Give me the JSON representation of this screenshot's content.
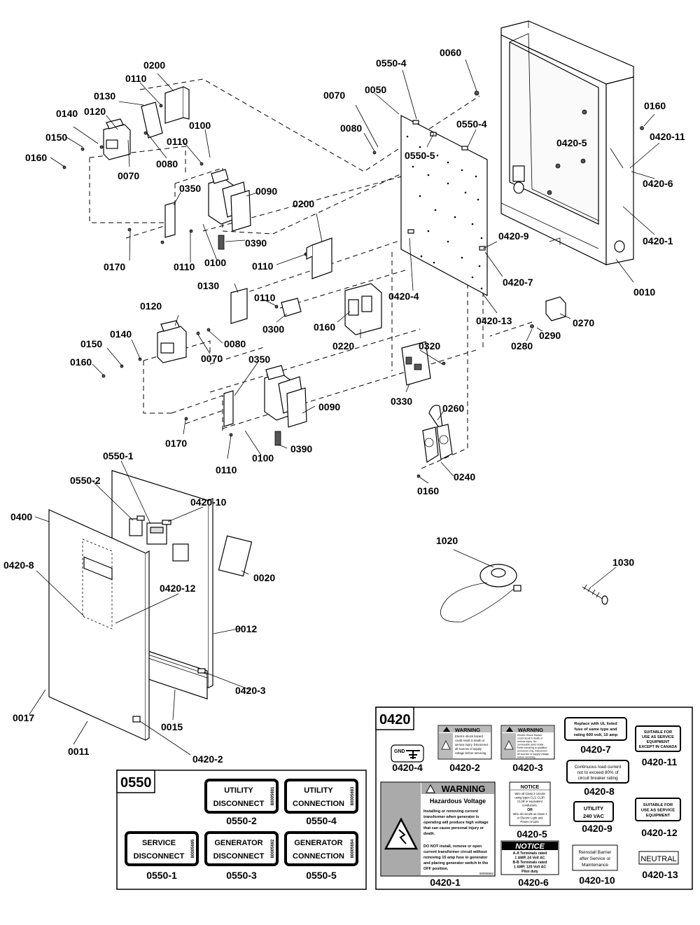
{
  "callouts": {
    "c0200a": "0200",
    "c0130a": "0130",
    "c0110a": "0110",
    "c0120a": "0120",
    "c0140a": "0140",
    "c0150a": "0150",
    "c0160a": "0160",
    "c0070a": "0070",
    "c0080a": "0080",
    "c0100a": "0100",
    "c0110b": "0110",
    "c0350a": "0350",
    "c0090a": "0090",
    "c0390a": "0390",
    "c0170a": "0170",
    "c0110c": "0110",
    "c0100b": "0100",
    "c0110d": "0110",
    "c0200b": "0200",
    "c0070b": "0070",
    "c0550_4a": "0550-4",
    "c0050": "0050",
    "c0080b": "0080",
    "c0550_5": "0550-5",
    "c0550_4b": "0550-4",
    "c0060": "0060",
    "c0160b": "0160",
    "c0420_5": "0420-5",
    "c0420_11": "0420-11",
    "c0420_6": "0420-6",
    "c0420_1": "0420-1",
    "c0420_9": "0420-9",
    "c0420_7": "0420-7",
    "c0420_4": "0420-4",
    "c0420_13": "0420-13",
    "c0010": "0010",
    "c0130b": "0130",
    "c0110e": "0110",
    "c0300": "0300",
    "c0160c": "0160",
    "c0220": "0220",
    "c0270": "0270",
    "c0290": "0290",
    "c0280": "0280",
    "c0120b": "0120",
    "c0140b": "0140",
    "c0150b": "0150",
    "c0160d": "0160",
    "c0080c": "0080",
    "c0070c": "0070",
    "c0320": "0320",
    "c0330": "0330",
    "c0350b": "0350",
    "c0090b": "0090",
    "c0390b": "0390",
    "c0170b": "0170",
    "c0100c": "0100",
    "c0110f": "0110",
    "c0260": "0260",
    "c0240": "0240",
    "c0160e": "0160",
    "c0550_1": "0550-1",
    "c0550_2": "0550-2",
    "c0420_10": "0420-10",
    "c0400": "0400",
    "c0420_8": "0420-8",
    "c0020": "0020",
    "c0420_12": "0420-12",
    "c0012": "0012",
    "c0420_3": "0420-3",
    "c0017": "0017",
    "c0015": "0015",
    "c0011": "0011",
    "c0420_2": "0420-2",
    "c1020": "1020",
    "c1030": "1030"
  },
  "box0550": {
    "title": "0550",
    "labels": [
      {
        "line1": "UTILITY",
        "line2": "DISCONNECT",
        "code": "80005691",
        "caption": "0550-2"
      },
      {
        "line1": "UTILITY",
        "line2": "CONNECTION",
        "code": "80005693",
        "caption": "0550-4"
      },
      {
        "line1": "SERVICE",
        "line2": "DISCONNECT",
        "code": "80005695",
        "caption": "0550-1"
      },
      {
        "line1": "GENERATOR",
        "line2": "DISCONNECT",
        "code": "80005692",
        "caption": "0550-3"
      },
      {
        "line1": "GENERATOR",
        "line2": "CONNECTION",
        "code": "80005694",
        "caption": "0550-5"
      }
    ]
  },
  "box0420": {
    "title": "0420",
    "gnd": {
      "text": "GND",
      "caption": "0420-4"
    },
    "warn2": {
      "head": "WARNING",
      "lines": [
        "Electric shock hazard",
        "could result in death or",
        "serious injury. Disconnect",
        "all sources of supply",
        "voltage before servicing."
      ],
      "caption": "0420-2"
    },
    "warn3": {
      "head": "WARNING",
      "lines": [
        "Electric Shock Hazard",
        "could result in death or",
        "serious injury. No",
        "serviceable parts inside.",
        "Refer servicing to qualified",
        "personnel only. Disconnect",
        "all sources of supply voltage",
        "before servicing."
      ],
      "caption": "0420-3"
    },
    "l7": {
      "lines": [
        "Replace with UL listed",
        "fuse of same type and",
        "rating 600 volt, 10 amp"
      ],
      "caption": "0420-7"
    },
    "l11": {
      "lines": [
        "SUITABLE FOR",
        "USE AS SERVICE",
        "EQUIPMENT",
        "EXCEPT IN CANADA"
      ],
      "caption": "0420-11"
    },
    "l8": {
      "lines": [
        "Continuous load current",
        "not to exceed 80% of",
        "circuit breaker rating"
      ],
      "caption": "0420-8"
    },
    "hv": {
      "head": "WARNING",
      "sub": "Hazardous Voltage",
      "p1": [
        "Installing or removing current",
        "transformer when generator is",
        "operating will produce high voltage",
        "that can cause personal injury or",
        "death."
      ],
      "p2": [
        "DO NOT install, remove or open",
        "current transformer circuit without",
        "removing 15 amp fuse in generator",
        "and placing generator switch in the",
        "OFF position."
      ],
      "code": "80005662",
      "caption": "0420-1"
    },
    "l5": {
      "head": "NOTICE",
      "lines": [
        "Wire all Class 2 circuits",
        "using types CL3, CL3P,",
        "CL3R or equivalent",
        "conductors.",
        "OR",
        "Wire all circuits as Class 1",
        "or Electric Light and",
        "Power circuits."
      ],
      "caption": "0420-5"
    },
    "l6": {
      "head": "NOTICE",
      "lines": [
        "A-A Terminals rated",
        "1 AMP, 24 Volt AC",
        "B-B Terminals rated",
        "1 AMP, 120 Volt AC",
        "Pilot duty"
      ],
      "caption": "0420-6"
    },
    "l9": {
      "lines": [
        "UTILITY",
        "240 VAC"
      ],
      "caption": "0420-9"
    },
    "l12": {
      "lines": [
        "SUITABLE FOR",
        "USE AS SERVICE",
        "EQUIPMENT"
      ],
      "caption": "0420-12"
    },
    "l10": {
      "lines": [
        "Reinstall Barrier",
        "after Service or",
        "Maintenance"
      ],
      "caption": "0420-10"
    },
    "l13": {
      "text": "NEUTRAL",
      "caption": "0420-13"
    }
  }
}
